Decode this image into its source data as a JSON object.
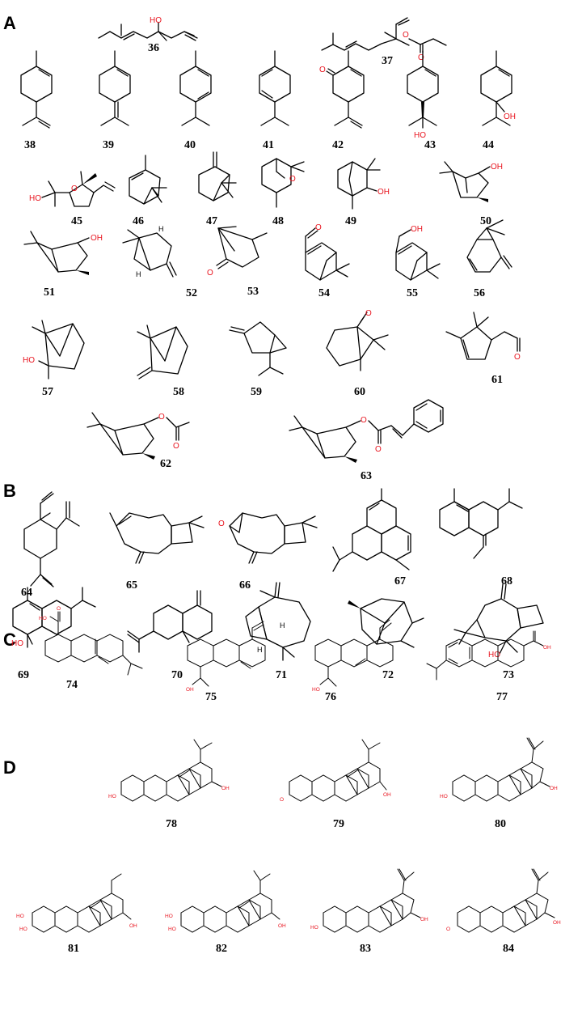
{
  "panels": [
    "A",
    "B",
    "C",
    "D"
  ],
  "compounds": [
    "36",
    "37",
    "38",
    "39",
    "40",
    "41",
    "42",
    "43",
    "44",
    "45",
    "46",
    "47",
    "48",
    "49",
    "50",
    "51",
    "52",
    "53",
    "54",
    "55",
    "56",
    "57",
    "58",
    "59",
    "60",
    "61",
    "62",
    "63",
    "64",
    "65",
    "66",
    "67",
    "68",
    "69",
    "70",
    "71",
    "72",
    "73",
    "74",
    "75",
    "76",
    "77",
    "78",
    "79",
    "80",
    "81",
    "82",
    "83",
    "84"
  ],
  "atom_labels": {
    "oh": "OH",
    "ho": "HO",
    "o": "O",
    "h": "H"
  },
  "colors": {
    "heteroatom": "#e8141e",
    "bond": "#000000"
  }
}
